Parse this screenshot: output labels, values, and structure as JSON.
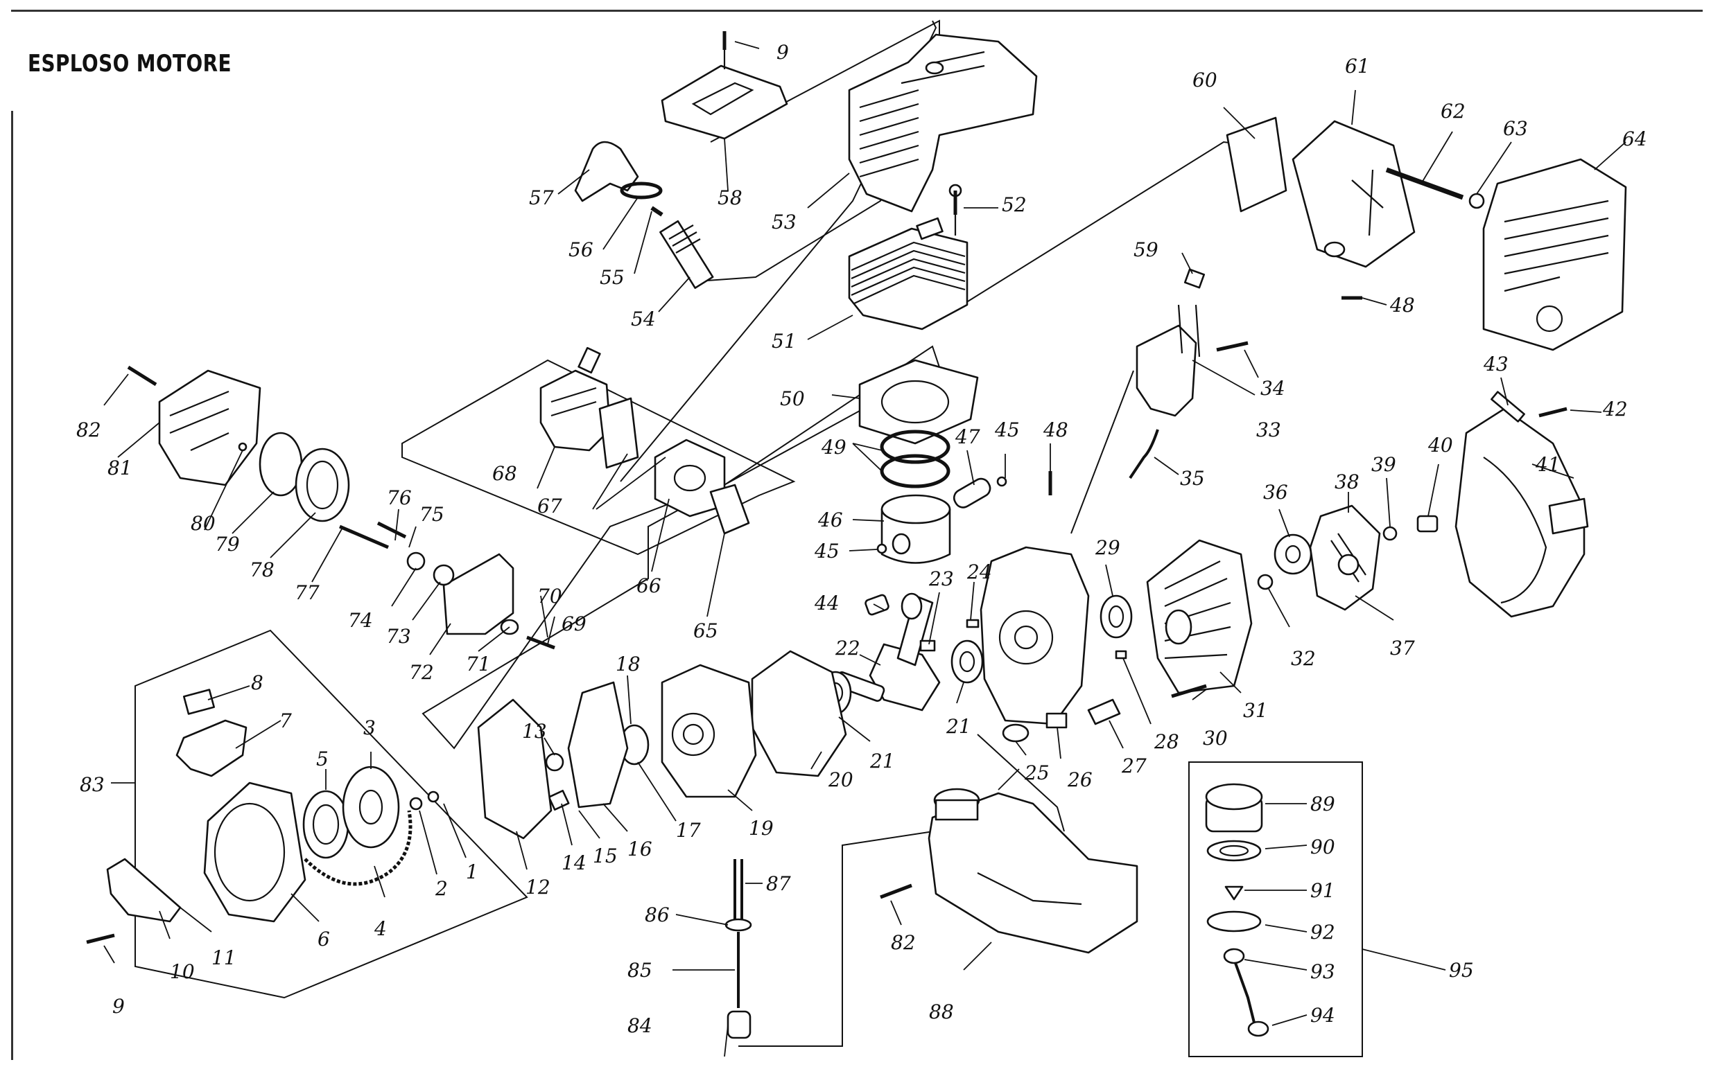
{
  "title": "ESPLOSO MOTORE",
  "labels": [
    "1",
    "2",
    "3",
    "4",
    "5",
    "6",
    "7",
    "8",
    "9",
    "10",
    "11",
    "12",
    "13",
    "14",
    "15",
    "16",
    "17",
    "18",
    "19",
    "20",
    "21",
    "22",
    "23",
    "24",
    "25",
    "26",
    "27",
    "28",
    "29",
    "30",
    "31",
    "32",
    "33",
    "34",
    "35",
    "36",
    "37",
    "38",
    "39",
    "40",
    "41",
    "42",
    "43",
    "44",
    "45",
    "46",
    "47",
    "48",
    "49",
    "50",
    "51",
    "52",
    "53",
    "54",
    "55",
    "56",
    "57",
    "58",
    "59",
    "60",
    "61",
    "62",
    "63",
    "64",
    "65",
    "66",
    "67",
    "68",
    "69",
    "70",
    "71",
    "72",
    "73",
    "74",
    "75",
    "76",
    "77",
    "78",
    "79",
    "80",
    "81",
    "82",
    "83",
    "84",
    "85",
    "86",
    "87",
    "88",
    "89",
    "90",
    "91",
    "92",
    "93",
    "94",
    "95"
  ]
}
